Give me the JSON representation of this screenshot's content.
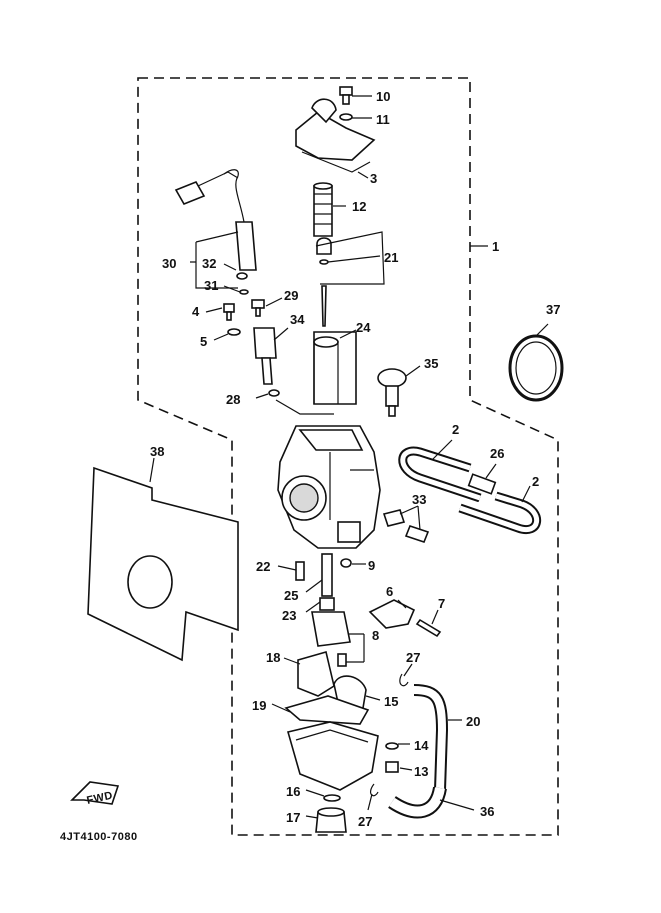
{
  "diagram_code": "4JT4100-7080",
  "fwd_badge": "FWD",
  "callouts": [
    {
      "id": "c10",
      "text": "10"
    },
    {
      "id": "c11",
      "text": "11"
    },
    {
      "id": "c3",
      "text": "3"
    },
    {
      "id": "c12",
      "text": "12"
    },
    {
      "id": "c1",
      "text": "1"
    },
    {
      "id": "c21",
      "text": "21"
    },
    {
      "id": "c30",
      "text": "30"
    },
    {
      "id": "c32",
      "text": "32"
    },
    {
      "id": "c31",
      "text": "31"
    },
    {
      "id": "c29",
      "text": "29"
    },
    {
      "id": "c4",
      "text": "4"
    },
    {
      "id": "c34",
      "text": "34"
    },
    {
      "id": "c5",
      "text": "5"
    },
    {
      "id": "c24",
      "text": "24"
    },
    {
      "id": "c37",
      "text": "37"
    },
    {
      "id": "c35",
      "text": "35"
    },
    {
      "id": "c28",
      "text": "28"
    },
    {
      "id": "c2a",
      "text": "2"
    },
    {
      "id": "c38",
      "text": "38"
    },
    {
      "id": "c26",
      "text": "26"
    },
    {
      "id": "c2b",
      "text": "2"
    },
    {
      "id": "c33",
      "text": "33"
    },
    {
      "id": "c22",
      "text": "22"
    },
    {
      "id": "c9",
      "text": "9"
    },
    {
      "id": "c25",
      "text": "25"
    },
    {
      "id": "c6",
      "text": "6"
    },
    {
      "id": "c7",
      "text": "7"
    },
    {
      "id": "c23",
      "text": "23"
    },
    {
      "id": "c8",
      "text": "8"
    },
    {
      "id": "c18",
      "text": "18"
    },
    {
      "id": "c27a",
      "text": "27"
    },
    {
      "id": "c15",
      "text": "15"
    },
    {
      "id": "c19",
      "text": "19"
    },
    {
      "id": "c20",
      "text": "20"
    },
    {
      "id": "c14",
      "text": "14"
    },
    {
      "id": "c13",
      "text": "13"
    },
    {
      "id": "c16",
      "text": "16"
    },
    {
      "id": "c17",
      "text": "17"
    },
    {
      "id": "c27b",
      "text": "27"
    },
    {
      "id": "c36",
      "text": "36"
    }
  ]
}
